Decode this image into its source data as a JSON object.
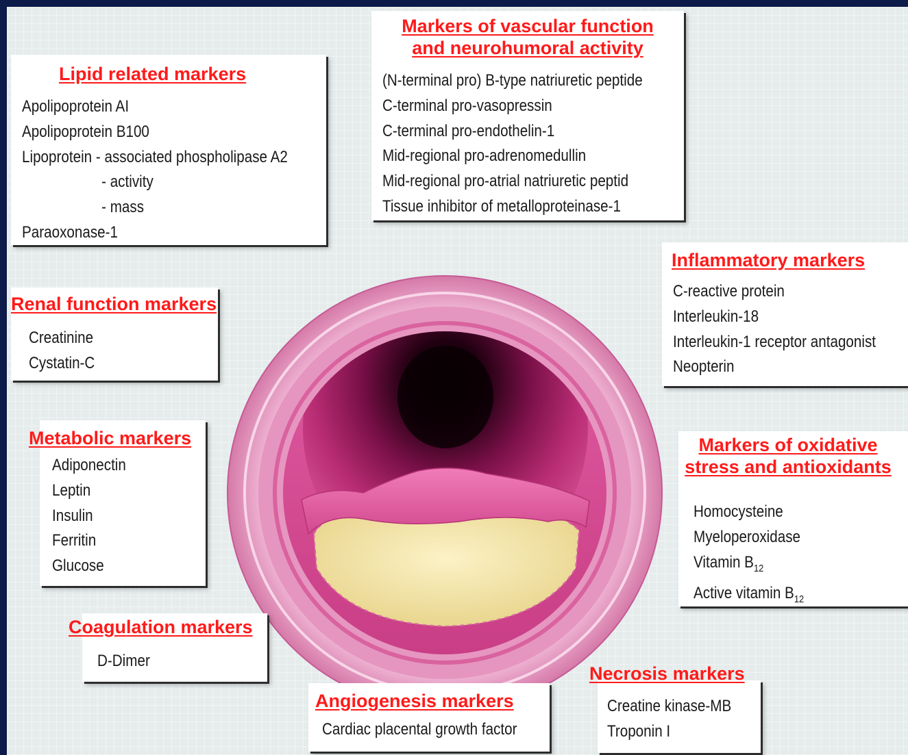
{
  "lipid": {
    "title": "Lipid related markers",
    "items": [
      "Apolipoprotein AI",
      "Apolipoprotein B100",
      "Lipoprotein - associated phospholipase A2",
      "- activity",
      "- mass",
      "Paraoxonase-1"
    ]
  },
  "vascular": {
    "title_line1": "Markers of vascular function",
    "title_line2": "and neurohumoral activity",
    "items": [
      "(N-terminal pro) B-type natriuretic peptide",
      "C-terminal pro-vasopressin",
      "C-terminal pro-endothelin-1",
      "Mid-regional pro-adrenomedullin",
      "Mid-regional pro-atrial natriuretic peptid",
      "Tissue inhibitor of metalloproteinase-1"
    ]
  },
  "inflammatory": {
    "title": "Inflammatory markers",
    "items": [
      "C-reactive protein",
      "Interleukin-18",
      "Interleukin-1 receptor antagonist",
      "Neopterin"
    ]
  },
  "renal": {
    "title": "Renal function markers",
    "items": [
      "Creatinine",
      "Cystatin-C"
    ]
  },
  "metabolic": {
    "title": "Metabolic markers",
    "items": [
      "Adiponectin",
      "Leptin",
      "Insulin",
      "Ferritin",
      "Glucose"
    ]
  },
  "oxidative": {
    "title_line1": "Markers of oxidative",
    "title_line2": "stress and antioxidants",
    "items": [
      "Homocysteine",
      "Myeloperoxidase"
    ],
    "vitamin_b12": "Vitamin B",
    "active_vitamin_b12": "Active vitamin B",
    "subscript": "12"
  },
  "coagulation": {
    "title": "Coagulation markers",
    "items": [
      "D-Dimer"
    ]
  },
  "angiogenesis": {
    "title": "Angiogenesis markers",
    "items": [
      "Cardiac placental growth factor"
    ]
  },
  "necrosis": {
    "title": "Necrosis markers",
    "items": [
      "Creatine kinase-MB",
      "Troponin I"
    ]
  },
  "colors": {
    "background": "#0d1b4a",
    "title_red": "#ff1a1a",
    "vessel_pink": "#e8a6cc",
    "lumen_dark": "#1a0008",
    "plaque_yellow": "#f2e4a8"
  }
}
